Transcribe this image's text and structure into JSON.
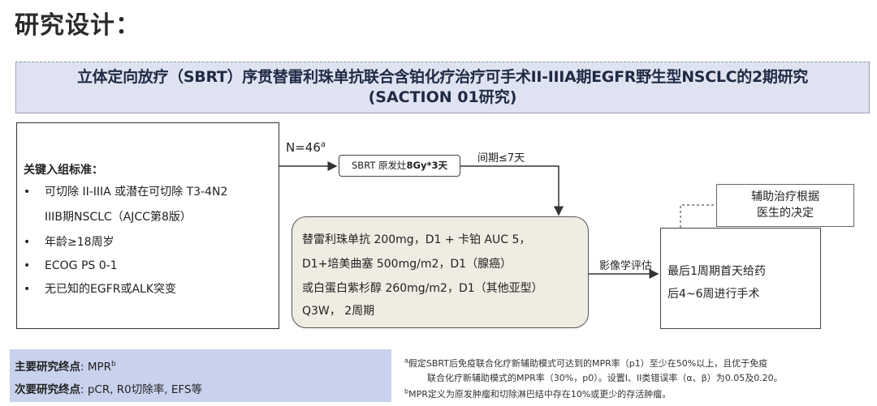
{
  "page": {
    "title": "研究设计："
  },
  "banner": {
    "line1": "立体定向放疗（SBRT）序贯替雷利珠单抗联合含铂化疗治疗可手术II-IIIA期EGFR野生型NSCLC的2期研究",
    "line2": "(SACTION 01研究)"
  },
  "criteria": {
    "title": "关键入组标准：",
    "items": [
      {
        "bullet": "•",
        "text": "可切除 II-IIIA 或潜在可切除 T3-4N2"
      },
      {
        "bullet": "",
        "text": "IIIB期NSCLC（AJCC第8版）"
      },
      {
        "bullet": "•",
        "text": "年龄≥18周岁"
      },
      {
        "bullet": "•",
        "text": "ECOG PS 0-1"
      },
      {
        "bullet": "•",
        "text": "无已知的EGFR或ALK突变"
      }
    ]
  },
  "flow": {
    "n_label": "N=46",
    "n_sup": "a",
    "sbrt_prefix": "SBRT 原发灶",
    "sbrt_dose": "8Gy*3天",
    "interval": "间期≤7天",
    "imaging": "影像学评估"
  },
  "treatment": {
    "lines": [
      "替雷利珠单抗 200mg，D1 + 卡铂 AUC 5，",
      "D1+培美曲塞 500mg/m2，D1（腺癌）",
      "或白蛋白紫杉醇 260mg/m2，D1（其他亚型）",
      "Q3W， 2周期"
    ]
  },
  "adjuvant": {
    "line1": "辅助治疗根据",
    "line2": "医生的决定"
  },
  "surgery": {
    "line1": "最后1周期首天给药",
    "line2": "后4~6周进行手术"
  },
  "endpoints": {
    "primary_label": "主要研究终点",
    "primary_value": ": MPR",
    "primary_sup": "b",
    "secondary_label": "次要研究终点",
    "secondary_value": ": pCR, R0切除率, EFS等"
  },
  "notes": {
    "a_sup": "a",
    "a_line1": "假定SBRT后免疫联合化疗新辅助模式可达到的MPR率（p1）至少在50%以上，且优于免疫",
    "a_line2": "联合化疗新辅助模式的MPR率（30%，p0）。设置I、II类错误率（α、β）为0.05及0.20。",
    "b_sup": "b",
    "b_line": "MPR定义为原发肿瘤和切除淋巴结中存在10%或更少的存活肿瘤。"
  }
}
